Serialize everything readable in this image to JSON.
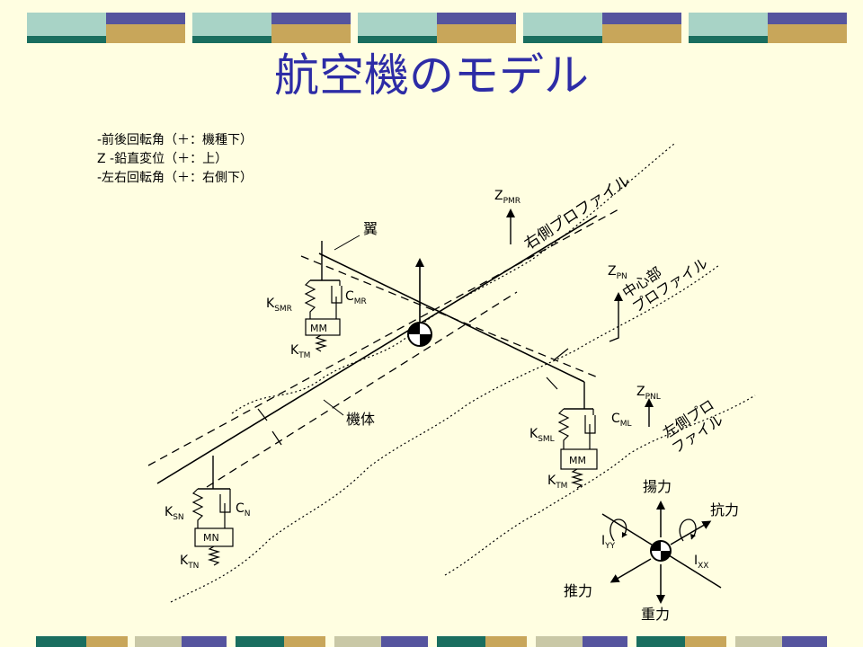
{
  "slide": {
    "title": "航空機のモデル",
    "legend": [
      "-前後回転角（＋：機種下）",
      "Z -鉛直変位（＋：上）",
      "-左右回転角（＋：右側下）"
    ]
  },
  "colors": {
    "background": "#fffee1",
    "title": "#2d2ca6",
    "deco_dark_teal": "#1a6e5f",
    "deco_light_teal": "#a8d3c6",
    "deco_purple": "#55549e",
    "deco_gold": "#c8a65a",
    "deco_pale": "#c9c8a6",
    "deco_light_purple": "#b1b0d8"
  },
  "diagram": {
    "profiles": {
      "right": "右側プロファイル",
      "center_line1": "中心部",
      "center_line2": "プロファイル",
      "left_line1": "左側プロ",
      "left_line2": "ファイル"
    },
    "labels": {
      "wing": "翼",
      "fuselage": "機体"
    },
    "right_gear": {
      "spring": {
        "main": "K",
        "sub": "SMR"
      },
      "damper": {
        "main": "C",
        "sub": "MR"
      },
      "mass": "MM",
      "tire": {
        "main": "K",
        "sub": "TM"
      },
      "profile_disp": {
        "main": "Z",
        "sub": "PMR"
      }
    },
    "left_gear": {
      "spring": {
        "main": "K",
        "sub": "SML"
      },
      "damper": {
        "main": "C",
        "sub": "ML"
      },
      "mass": "MM",
      "tire": {
        "main": "K",
        "sub": "TM"
      },
      "profile_disp": {
        "main": "Z",
        "sub": "PNL"
      }
    },
    "nose_gear": {
      "spring": {
        "main": "K",
        "sub": "SN"
      },
      "damper": {
        "main": "C",
        "sub": "N"
      },
      "mass": "MN",
      "tire": {
        "main": "K",
        "sub": "TN"
      }
    },
    "center_disp": {
      "main": "Z",
      "sub": "PN"
    },
    "forces": {
      "lift": "揚力",
      "drag": "抗力",
      "thrust": "推力",
      "gravity": "重力"
    },
    "inertia": {
      "iyy": {
        "main": "I",
        "sub": "YY"
      },
      "ixx": {
        "main": "I",
        "sub": "XX"
      }
    }
  }
}
